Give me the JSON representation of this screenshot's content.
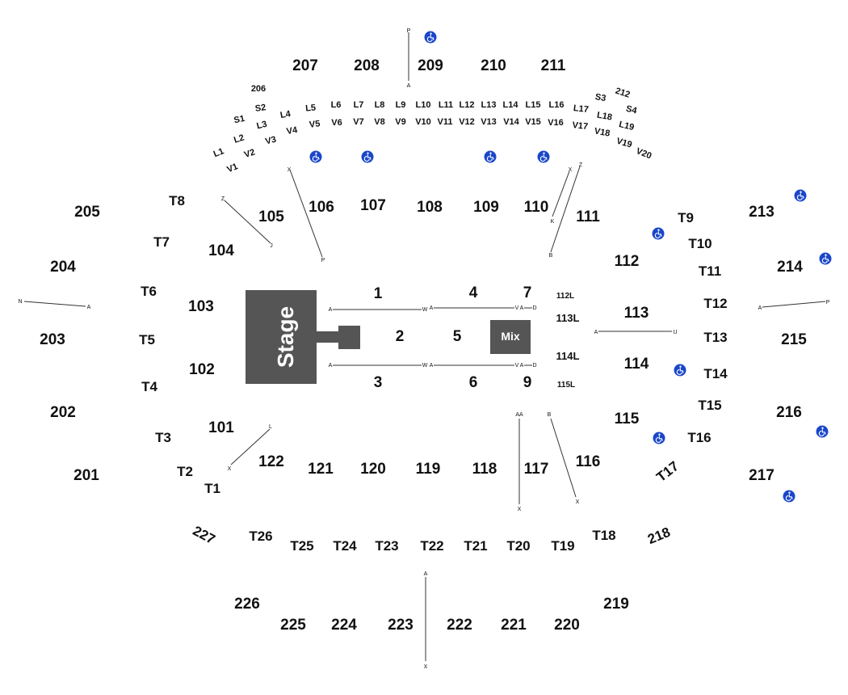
{
  "stage": {
    "label": "Stage"
  },
  "mix": {
    "label": "Mix"
  },
  "colors": {
    "stage": "#555555",
    "wheelchair": "#1a47c9"
  },
  "icons": {
    "wheelchair": "wheelchair-accessible-icon"
  },
  "upper_sections": [
    "201",
    "202",
    "203",
    "204",
    "205",
    "206",
    "207",
    "208",
    "209",
    "210",
    "211",
    "212",
    "213",
    "214",
    "215",
    "216",
    "217",
    "218",
    "219",
    "220",
    "221",
    "222",
    "223",
    "224",
    "225",
    "226",
    "227"
  ],
  "lower_sections": [
    "101",
    "102",
    "103",
    "104",
    "105",
    "106",
    "107",
    "108",
    "109",
    "110",
    "111",
    "112",
    "113",
    "114",
    "115",
    "116",
    "117",
    "118",
    "119",
    "120",
    "121",
    "122"
  ],
  "tables": [
    "T1",
    "T2",
    "T3",
    "T4",
    "T5",
    "T6",
    "T7",
    "T8",
    "T9",
    "T10",
    "T11",
    "T12",
    "T13",
    "T14",
    "T15",
    "T16",
    "T17",
    "T18",
    "T19",
    "T20",
    "T21",
    "T22",
    "T23",
    "T24",
    "T25",
    "T26"
  ],
  "suites": [
    "S1",
    "S2",
    "S3",
    "S4"
  ],
  "loges": [
    "L1",
    "L2",
    "L3",
    "L4",
    "L5",
    "L6",
    "L7",
    "L8",
    "L9",
    "L10",
    "L11",
    "L12",
    "L13",
    "L14",
    "L15",
    "L16",
    "L17",
    "L18",
    "L19"
  ],
  "vips": [
    "V1",
    "V2",
    "V3",
    "V4",
    "V5",
    "V6",
    "V7",
    "V8",
    "V9",
    "V10",
    "V11",
    "V12",
    "V13",
    "V14",
    "V15",
    "V16",
    "V17",
    "V18",
    "V19",
    "V20"
  ],
  "floor_sections": [
    "1",
    "2",
    "3",
    "4",
    "5",
    "6",
    "7",
    "9"
  ],
  "floor_loge": [
    "112L",
    "113L",
    "114L",
    "115L"
  ],
  "row_markers": [
    "A",
    "P",
    "X",
    "Z",
    "J",
    "K",
    "B",
    "N",
    "W",
    "V",
    "D",
    "U",
    "L",
    "AA"
  ]
}
